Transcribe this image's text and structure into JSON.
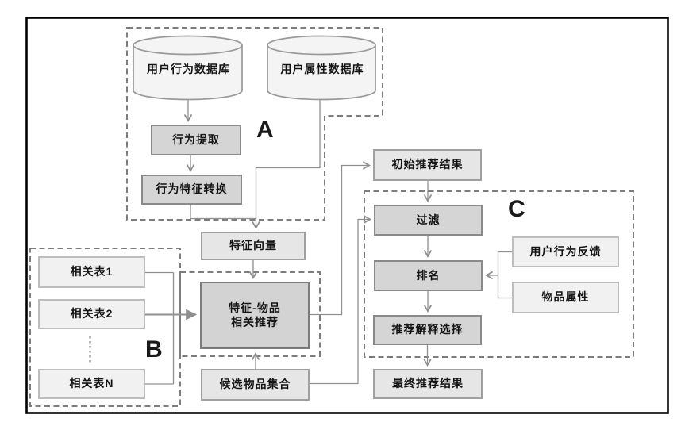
{
  "diagram": {
    "groups": {
      "a": "A",
      "b": "B",
      "c": "C"
    },
    "nodes": {
      "behavior_db": "用户行为数据库",
      "attribute_db": "用户属性数据库",
      "behavior_extraction": "行为提取",
      "behavior_feature_transform": "行为特征转换",
      "feature_vector": "特征向量",
      "feature_item_rec": {
        "line1": "特征-物品",
        "line2": "相关推荐"
      },
      "candidate_item_set": "候选物品集合",
      "initial_rec_result": "初始推荐结果",
      "filter": "过滤",
      "ranking": "排名",
      "rec_explanation_selection": "推荐解释选择",
      "final_rec_result": "最终推荐结果",
      "user_behavior_feedback": "用户行为反馈",
      "item_attribute": "物品属性",
      "related_table_1": "相关表1",
      "related_table_2": "相关表2",
      "related_table_n": "相关表N"
    },
    "colors": {
      "process_fill": "#d5d5d5",
      "process_border": "#8a8a8a",
      "data_fill": "#e6e6e6",
      "data_border": "#a0a0a0",
      "input_fill": "#f1f1f1",
      "input_border": "#bdbdbd",
      "cylinder_fill": "#f4f4f4",
      "cylinder_border": "#999999",
      "connector": "#8f8f8f",
      "dashed_outline": "#7d7d7d",
      "frame": "#000000"
    }
  }
}
